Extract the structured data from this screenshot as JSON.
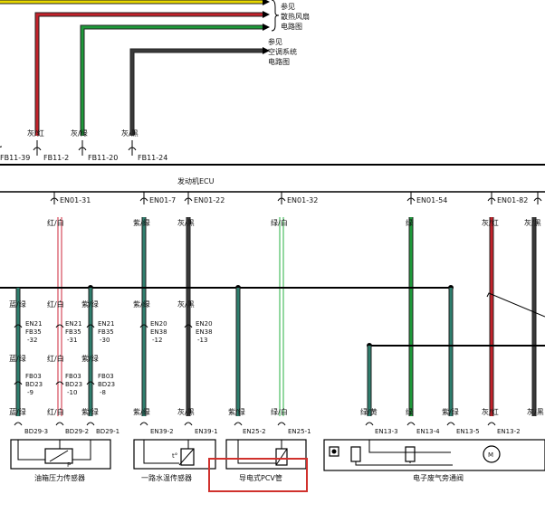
{
  "colors": {
    "yellow": "#e8d800",
    "red": "#c4222b",
    "green": "#1e9a3a",
    "teal": "#2f7f6e",
    "dark_gray": "#3a3a3a",
    "pink_red": "#d64a5a",
    "light_green": "#4bbf62",
    "highlight": "#d0312d"
  },
  "top": {
    "note_fan": [
      "参见",
      "散热风扇",
      "电路图"
    ],
    "note_ac": [
      "参见",
      "空调系统",
      "电路图"
    ],
    "wire_labels": [
      "灰/红",
      "灰/绿",
      "灰/黑"
    ],
    "connectors": [
      "FB11-39",
      "FB11-2",
      "FB11-20",
      "FB11-24"
    ]
  },
  "ecu": {
    "title": "发动机ECU",
    "pins": [
      "EN01-31",
      "EN01-7",
      "EN01-22",
      "EN01-32",
      "EN01-54",
      "EN01-82"
    ]
  },
  "wires": {
    "upper_colors": [
      "红/白",
      "紫/绿",
      "灰/黑",
      "绿/白",
      "绿",
      "灰/红",
      "灰/黑"
    ],
    "mid_colors": [
      "蓝/绿",
      "红/白",
      "紫/绿",
      "紫/绿",
      "灰/黑"
    ],
    "mid_connectors": [
      [
        "EN21",
        "FB35",
        "-32"
      ],
      [
        "EN21",
        "FB35",
        "-31"
      ],
      [
        "EN21",
        "FB35",
        "-30"
      ],
      [
        "EN20",
        "EN38",
        "-12"
      ],
      [
        "EN20",
        "EN38",
        "-13"
      ]
    ],
    "lower_colors_left": [
      "蓝/绿",
      "红/白",
      "紫/绿"
    ],
    "lower_connectors": [
      [
        "FB03",
        "BD23",
        "-9"
      ],
      [
        "FB03",
        "BD23",
        "-10"
      ],
      [
        "FB03",
        "BD23",
        "-8"
      ]
    ],
    "bottom_colors": [
      "蓝/绿",
      "红/白",
      "紫/绿",
      "紫/绿",
      "灰/黑",
      "紫/绿",
      "绿/白",
      "绿/黄",
      "绿",
      "紫/绿",
      "灰/红",
      "灰/黑"
    ]
  },
  "components": {
    "oil_pressure": {
      "label": "油箱压力传感器",
      "pins": [
        "BD29-3",
        "BD29-2",
        "BD29-1"
      ],
      "letter": "P"
    },
    "water_temp": {
      "label": "一路水温传感器",
      "pins": [
        "EN39-2",
        "EN39-1"
      ],
      "letter": "t°"
    },
    "pcv": {
      "label": "导电式PCV管",
      "pins": [
        "EN25-2",
        "EN25-1"
      ]
    },
    "bypass": {
      "label": "电子废气旁通阀",
      "pins": [
        "EN13-3",
        "EN13-4",
        "EN13-5",
        "EN13-2"
      ],
      "letter": "M"
    }
  }
}
